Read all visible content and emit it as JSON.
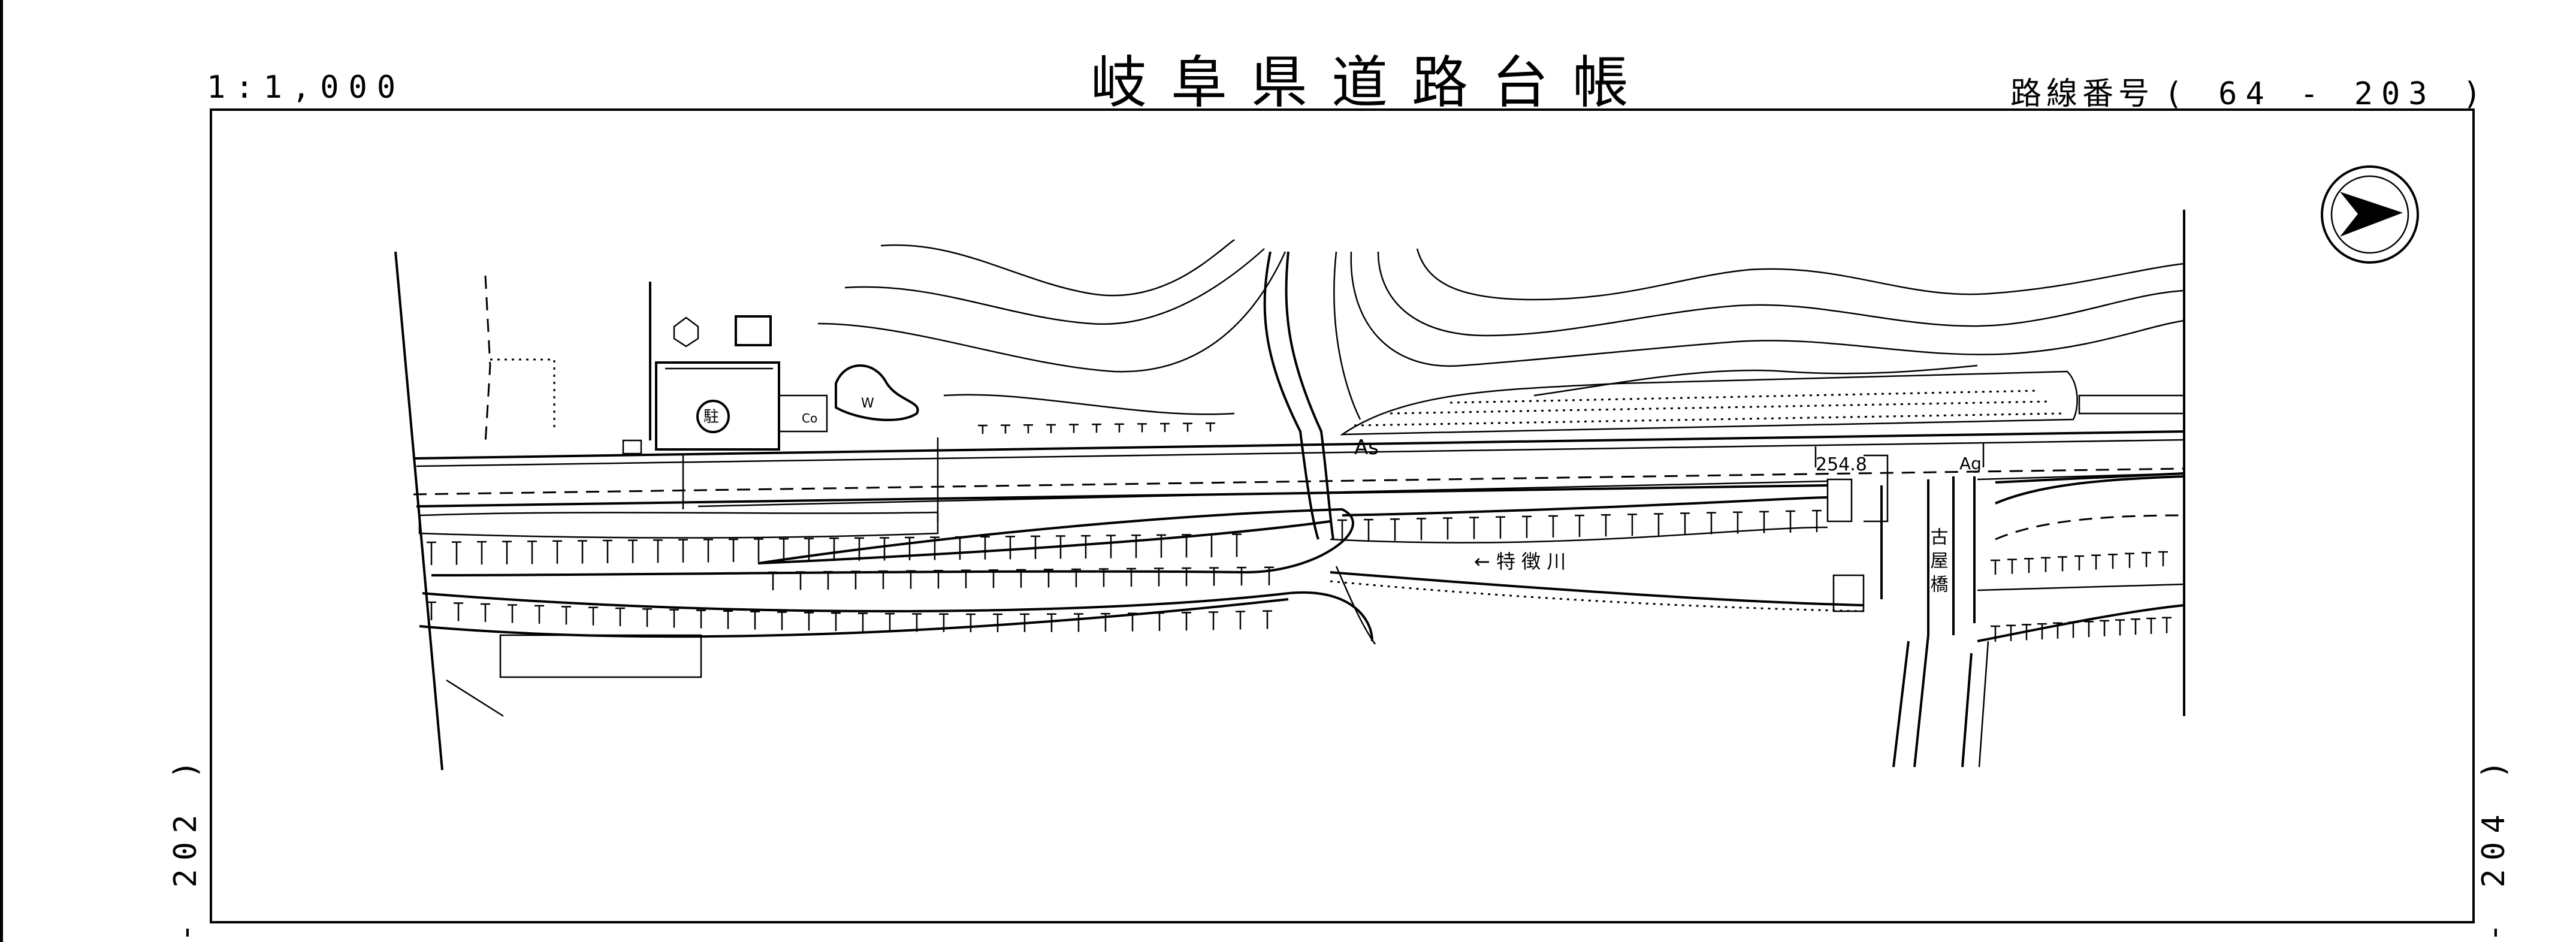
{
  "sheet": {
    "scale": "1:1,000",
    "title": "岐阜県道路台帳",
    "route_label": "路線番号",
    "route_number": "( 64 - 203 )",
    "left_sheet_ref": "- 202 )",
    "right_sheet_ref": "- 204 )"
  },
  "map": {
    "labels": {
      "surface": "As",
      "elevation": "254.8",
      "stream": "← 特 徴 川",
      "bridge": "古 屋 橋",
      "ag": "Ag",
      "station": "駐",
      "co": "Co",
      "w": "W"
    },
    "north_arrow": "north-arrow-icon",
    "ink_color": "#000000",
    "paper_color": "#ffffff"
  }
}
